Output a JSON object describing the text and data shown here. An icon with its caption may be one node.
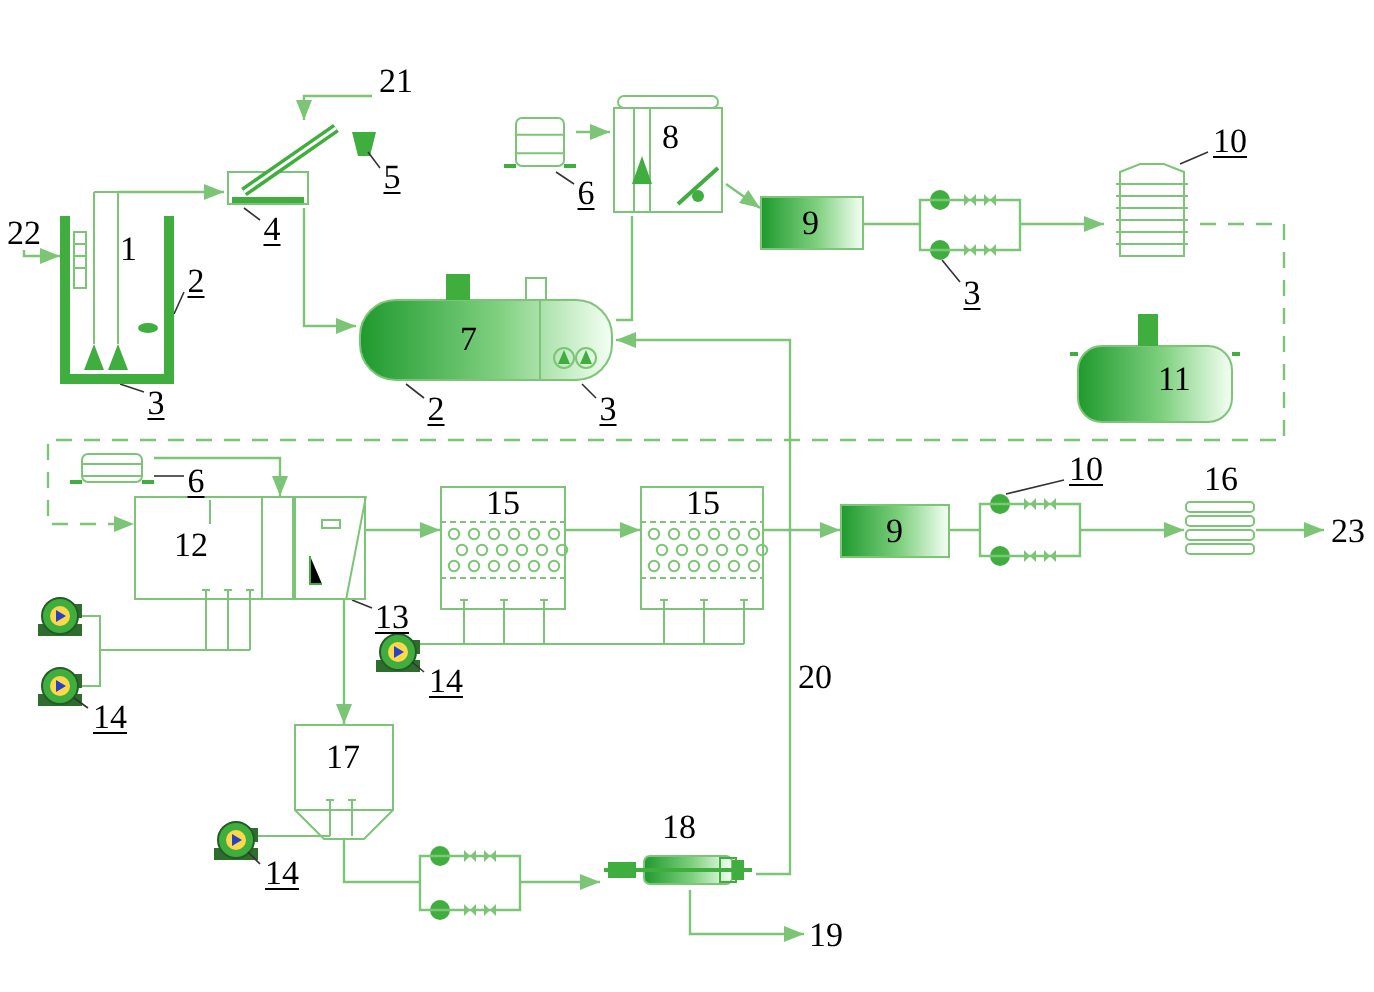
{
  "diagram": {
    "nodes": [
      {
        "text": [
          "22"
        ]
      },
      {
        "text": [
          "1"
        ]
      },
      {
        "text": [],
        "shape": "picture"
      },
      {
        "text": [
          "21"
        ]
      },
      {
        "text": [
          "7"
        ]
      },
      {
        "text": [],
        "shape": "picture"
      },
      {
        "text": [
          "8"
        ]
      },
      {
        "text": [
          "9"
        ]
      },
      {
        "text": [],
        "shape": "picture"
      },
      {
        "text": [
          "11"
        ]
      },
      {
        "text": [],
        "shape": "picture"
      },
      {
        "text": [
          "12"
        ]
      },
      {
        "text": [],
        "shape": "box"
      },
      {
        "text": [
          "15"
        ]
      },
      {
        "text": [
          "15"
        ]
      },
      {
        "text": [
          "9"
        ]
      },
      {
        "text": [],
        "shape": "picture",
        "beside": [
          "16"
        ]
      },
      {
        "text": [
          "23"
        ]
      },
      {
        "text": [
          "17"
        ]
      },
      {
        "text": [],
        "shape": "picture",
        "beside": [
          "18"
        ]
      },
      {
        "text": [
          "19"
        ]
      },
      {
        "text": [
          "2"
        ]
      },
      {
        "text": [
          "3"
        ]
      },
      {
        "text": [
          "4"
        ]
      },
      {
        "text": [
          "5"
        ]
      },
      {
        "text": [
          "6"
        ]
      },
      {
        "text": [
          "2"
        ]
      },
      {
        "text": [
          "3"
        ]
      },
      {
        "text": [
          "3"
        ]
      },
      {
        "text": [
          "10"
        ]
      },
      {
        "text": [
          "6"
        ]
      },
      {
        "text": [
          "13"
        ]
      },
      {
        "text": [
          "10"
        ]
      },
      {
        "text": [
          "14"
        ]
      },
      {
        "text": [
          "14"
        ]
      },
      {
        "text": [
          "14"
        ]
      }
    ],
    "edges": [
      {
        "from": 0,
        "to": 1,
        "arrow": "to"
      },
      {
        "from": 1,
        "to": 2,
        "arrow": "to"
      },
      {
        "from": 3,
        "to": 2,
        "arrow": "to"
      },
      {
        "from": 2,
        "to": 4,
        "arrow": "to"
      },
      {
        "from": 4,
        "to": 6,
        "arrow": "none"
      },
      {
        "from": 5,
        "to": 6,
        "arrow": "to"
      },
      {
        "from": 6,
        "to": 7,
        "arrow": "to"
      },
      {
        "from": 7,
        "to": 8,
        "arrow": "to"
      },
      {
        "from": 8,
        "to": 11,
        "arrow": "to",
        "style": "dashed"
      },
      {
        "from": 10,
        "to": 11,
        "arrow": "to"
      },
      {
        "from": 12,
        "to": 13,
        "arrow": "to"
      },
      {
        "from": 13,
        "to": 14,
        "arrow": "to"
      },
      {
        "from": 14,
        "to": 15,
        "arrow": "to"
      },
      {
        "from": 15,
        "to": 16,
        "arrow": "to"
      },
      {
        "from": 16,
        "to": 17,
        "arrow": "to"
      },
      {
        "from": 12,
        "to": 18,
        "arrow": "to"
      },
      {
        "from": 18,
        "to": 19,
        "arrow": "to"
      },
      {
        "from": 19,
        "to": 20,
        "arrow": "to"
      },
      {
        "from": 19,
        "to": 4,
        "arrow": "to",
        "label": "20"
      },
      {
        "from": 21,
        "to": 1,
        "arrow": "none",
        "color": "#333333"
      },
      {
        "from": 22,
        "to": 1,
        "arrow": "none",
        "color": "#333333"
      },
      {
        "from": 23,
        "to": 2,
        "arrow": "none",
        "color": "#333333"
      },
      {
        "from": 24,
        "to": null,
        "arrow": "none",
        "color": "#333333"
      },
      {
        "from": 25,
        "to": 5,
        "arrow": "none",
        "color": "#333333"
      },
      {
        "from": 26,
        "to": 4,
        "arrow": "none",
        "color": "#333333"
      },
      {
        "from": 27,
        "to": 4,
        "arrow": "none",
        "color": "#333333"
      },
      {
        "from": 28,
        "to": null,
        "arrow": "none",
        "color": "#333333"
      },
      {
        "from": 29,
        "to": 8,
        "arrow": "none",
        "color": "#333333"
      },
      {
        "from": 30,
        "to": 10,
        "arrow": "none",
        "color": "#333333"
      },
      {
        "from": 31,
        "to": 12,
        "arrow": "none",
        "color": "#333333"
      },
      {
        "from": 32,
        "to": null,
        "arrow": "none",
        "color": "#333333"
      },
      {
        "from": 33,
        "to": null,
        "arrow": "none",
        "color": "#333333"
      },
      {
        "from": 34,
        "to": null,
        "arrow": "none",
        "color": "#333333"
      },
      {
        "from": 35,
        "to": null,
        "arrow": "none",
        "color": "#333333"
      }
    ]
  }
}
